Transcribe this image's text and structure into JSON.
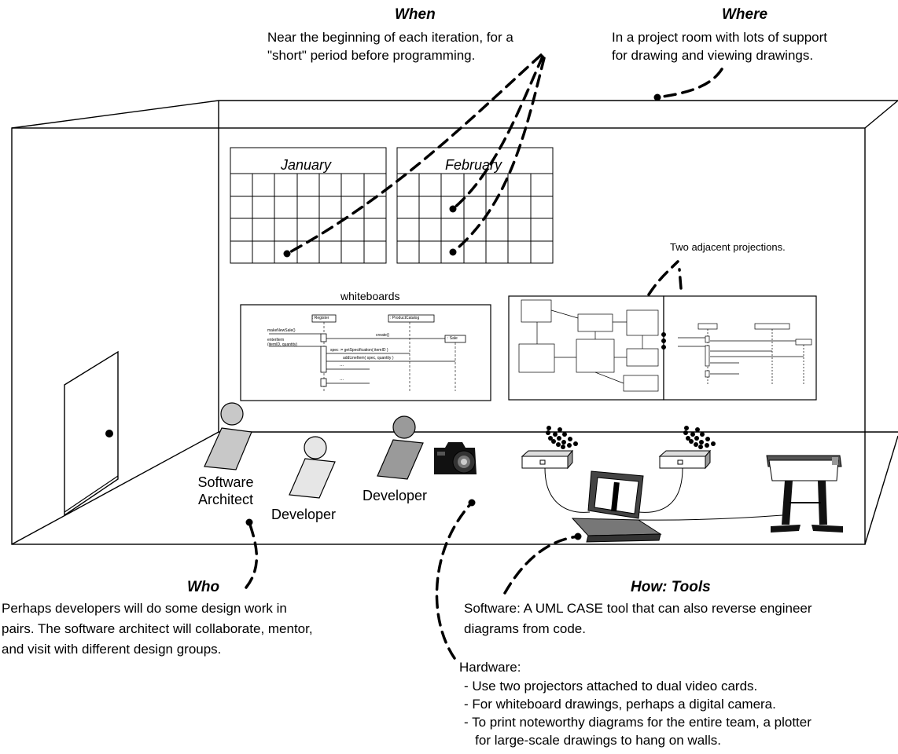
{
  "when": {
    "heading": "When",
    "lines": [
      "Near the beginning of each iteration, for a",
      "\"short\" period before programming."
    ]
  },
  "where": {
    "heading": "Where",
    "lines": [
      "In a project room with lots of support",
      "for drawing and viewing drawings."
    ]
  },
  "who": {
    "heading": "Who",
    "lines": [
      "Perhaps developers will do some design work in",
      "pairs. The software architect will collaborate, mentor,",
      "and visit with different design groups."
    ]
  },
  "how": {
    "heading": "How: Tools",
    "software_lines": [
      "Software: A UML CASE tool that can also reverse engineer",
      "diagrams from code."
    ],
    "hardware_heading": "Hardware:",
    "hardware_items": [
      "- Use two projectors attached to dual video cards.",
      "- For whiteboard drawings, perhaps a digital camera.",
      "- To print noteworthy diagrams for the entire team, a plotter",
      "   for large-scale drawings to hang on walls."
    ]
  },
  "room": {
    "calendars": [
      "January",
      "February"
    ],
    "whiteboards_label": "whiteboards",
    "projections_label": "Two adjacent projections.",
    "people": [
      {
        "role": "Software\nArchitect"
      },
      {
        "role": "Developer"
      },
      {
        "role": "Developer"
      }
    ],
    "sequence_diagram": {
      "lifelines": [
        ": Register",
        ": ProductCatalog",
        ": Sale"
      ],
      "messages": [
        "makeNewSale()",
        "create()",
        "enterItem\n(itemID, quantity)",
        "spec := getSpecification( itemID )",
        "addLineItem( spec, quantity )",
        "...",
        "..."
      ]
    }
  }
}
